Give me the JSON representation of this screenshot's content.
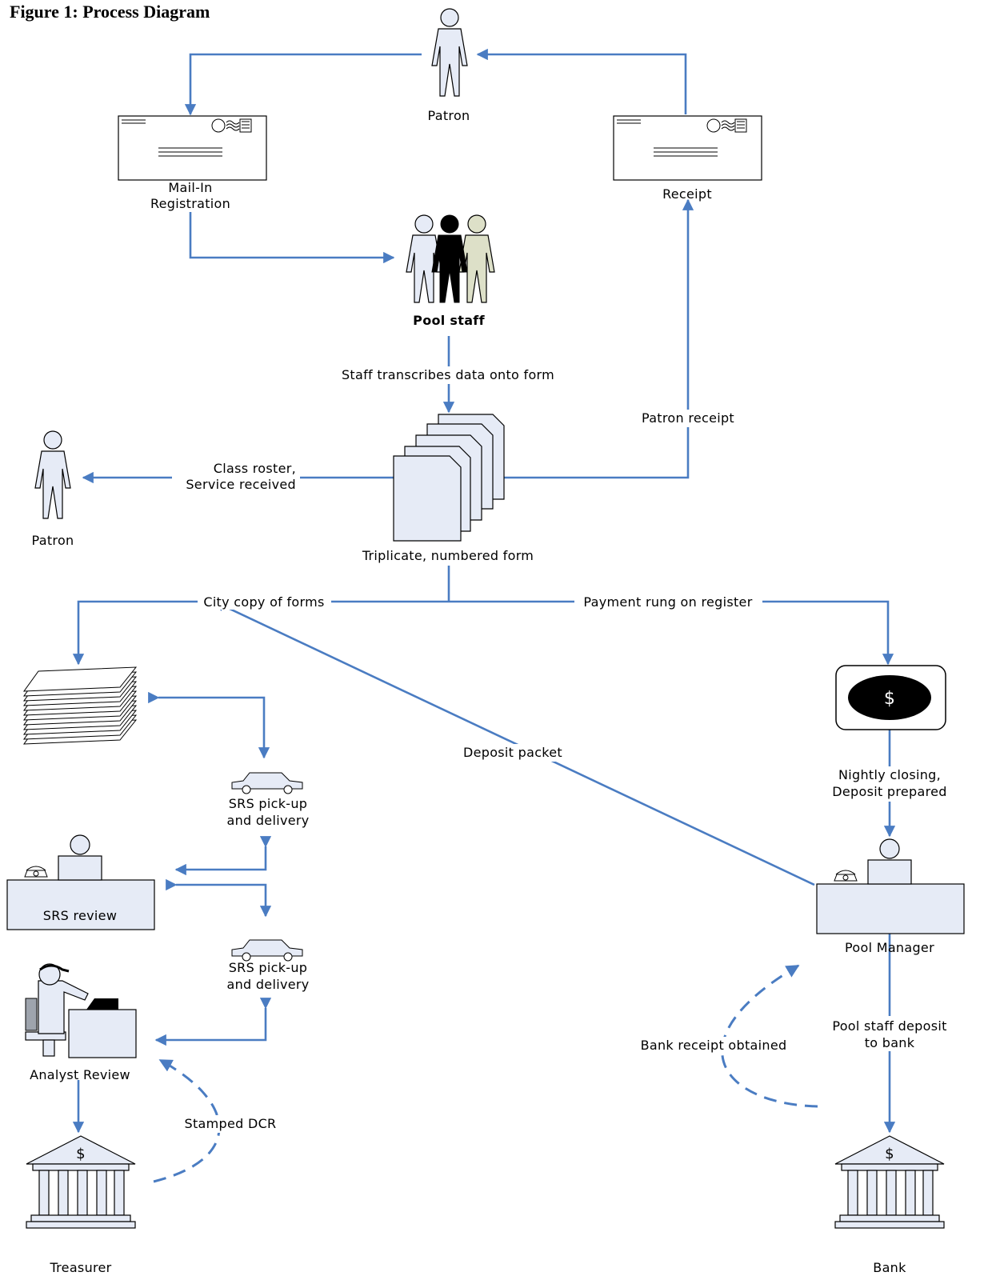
{
  "title": "Figure 1: Process Diagram",
  "colors": {
    "flow": "#4a7cc2",
    "figure_fill": "#e6ebf6"
  },
  "nodes": {
    "patron_top": "Patron",
    "mail_in": [
      "Mail-In",
      "Registration"
    ],
    "receipt": "Receipt",
    "pool_staff": "Pool staff",
    "form": "Triplicate, numbered form",
    "patron_left": "Patron",
    "register_symbol": "$",
    "srs_pickup_1": [
      "SRS pick-up",
      "and delivery"
    ],
    "srs_review": "SRS review",
    "srs_pickup_2": [
      "SRS pick-up",
      "and delivery"
    ],
    "analyst_review": "Analyst Review",
    "treasurer": "Treasurer",
    "treasurer_symbol": "$",
    "pool_manager": "Pool Manager",
    "bank": "Bank",
    "bank_symbol": "$"
  },
  "edges": {
    "transcribe": "Staff transcribes data onto form",
    "patron_receipt": "Patron receipt",
    "class_roster": [
      "Class roster,",
      "Service received"
    ],
    "city_copy": "City copy of forms",
    "payment_rung": "Payment rung on register",
    "deposit_packet": "Deposit packet",
    "nightly_closing": [
      "Nightly closing,",
      "Deposit prepared"
    ],
    "pool_staff_deposit": [
      "Pool staff deposit",
      "to bank"
    ],
    "bank_receipt": "Bank receipt obtained",
    "stamped_dcr": "Stamped DCR"
  }
}
